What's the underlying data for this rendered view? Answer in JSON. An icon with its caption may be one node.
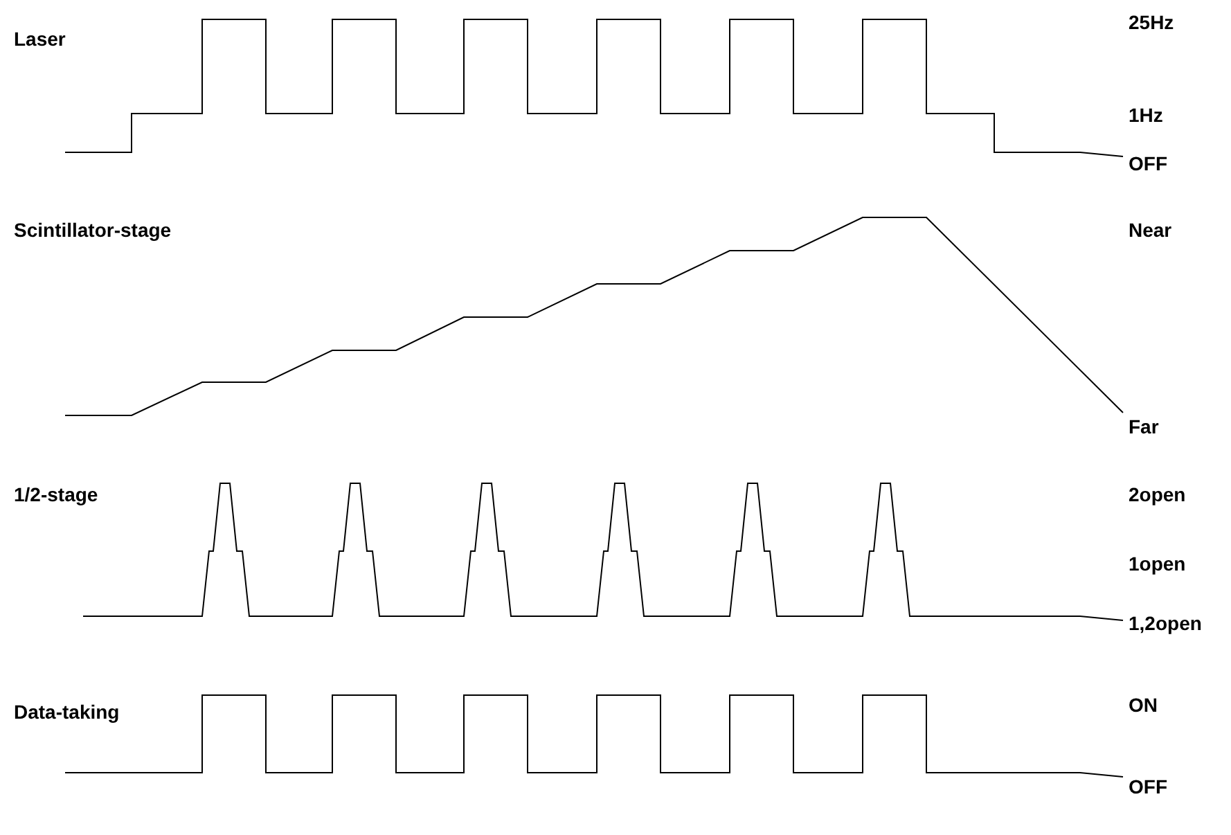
{
  "diagram": {
    "labels": [
      "Laser",
      "25Hz",
      "1Hz",
      "OFF",
      "Scintillator-stage",
      "Near",
      "Far",
      "1/2-stage",
      "2open",
      "1open",
      "1,2open",
      "Data-taking",
      "ON",
      "OFF"
    ]
  }
}
